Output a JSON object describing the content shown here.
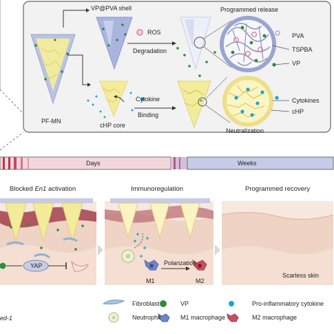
{
  "schematic": {
    "shell_label": "VP@PVA shell",
    "core_label": "cHP core",
    "needle_label": "PF-MN",
    "ros_label": "ROS",
    "degradation_label": "Degradation",
    "cytokine_label": "Cytokine",
    "binding_label": "Binding",
    "programmed_release_label": "Programmed release",
    "neutralization_label": "Neutralization",
    "release_legend": [
      "PVA",
      "TSPBA",
      "VP"
    ],
    "neutral_legend": [
      "Cytokines",
      "cHP"
    ]
  },
  "timeline": {
    "days_label": "Days",
    "weeks_label": "Weeks"
  },
  "stages": {
    "stage1_title_prefix": "Blocked ",
    "stage1_title_italic": "En1",
    "stage1_title_suffix": " activation",
    "stage2_title": "Immunoregulation",
    "stage3_title": "Programmed recovery",
    "yap_label": "YAP",
    "m1_label": "M1",
    "m2_label": "M2",
    "polarization_label": "Polarization",
    "scarless_label": "Scarless skin"
  },
  "legend": {
    "fibroblast": "Fibroblast",
    "neutrophil": "Neutrophil",
    "vp": "VP",
    "m1": "M1 macrophage",
    "cytokine": "Pro-inflammatory cytokine",
    "m2": "M2 macrophage",
    "cut_label": "ed-1"
  },
  "colors": {
    "vp_green": "#2e8b3a",
    "cytokine_blue": "#1aa3d9",
    "ros_pink": "#e8a0b0",
    "needle_yellow": "#f3ec9a",
    "days_pink": "#f3d6dc",
    "weeks_blue": "#c5cbe8",
    "m1_blue": "#6d86c6",
    "m2_red": "#c8505e"
  }
}
